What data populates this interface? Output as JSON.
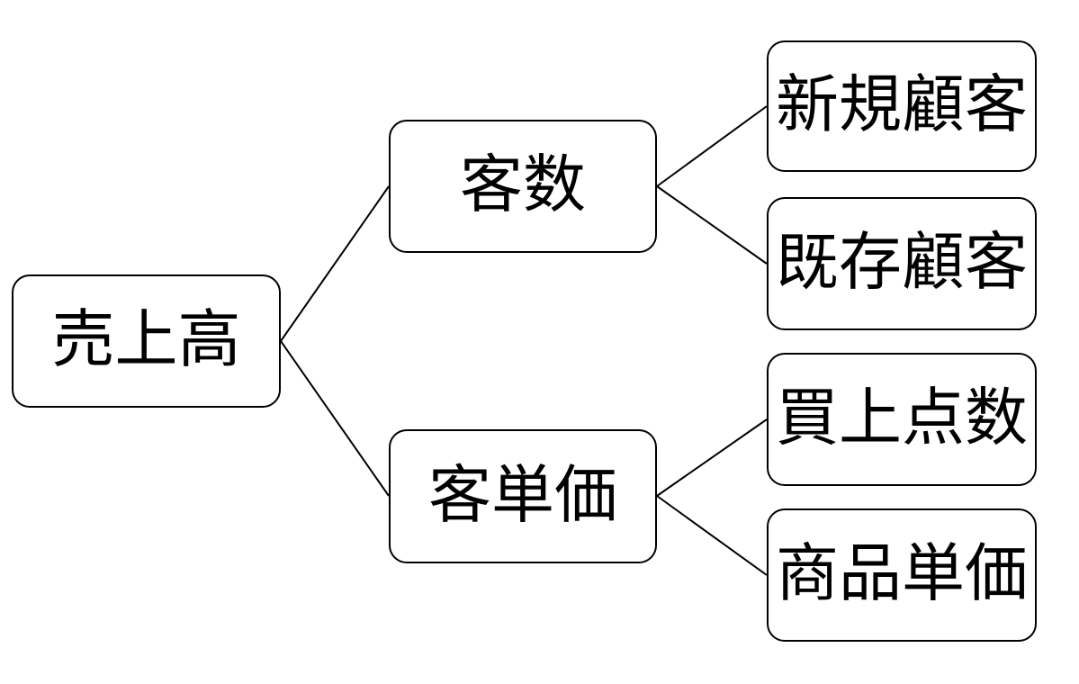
{
  "colors": {
    "background": "#ffffff",
    "box_fill": "#ffffff",
    "box_border": "#000000",
    "connector_line": "#000000",
    "text": "#000000"
  },
  "nodes": {
    "sales": {
      "label": "売上高"
    },
    "customer_count": {
      "label": "客数"
    },
    "average_spend": {
      "label": "客単価"
    },
    "new_customers": {
      "label": "新規顧客"
    },
    "existing_customers": {
      "label": "既存顧客"
    },
    "items_per_purchase": {
      "label": "買上点数"
    },
    "product_unit_price": {
      "label": "商品単価"
    }
  },
  "edges": [
    {
      "from": "売上高",
      "to": "客数"
    },
    {
      "from": "売上高",
      "to": "客単価"
    },
    {
      "from": "客数",
      "to": "新規顧客"
    },
    {
      "from": "客数",
      "to": "既存顧客"
    },
    {
      "from": "客単価",
      "to": "買上点数"
    },
    {
      "from": "客単価",
      "to": "商品単価"
    }
  ]
}
